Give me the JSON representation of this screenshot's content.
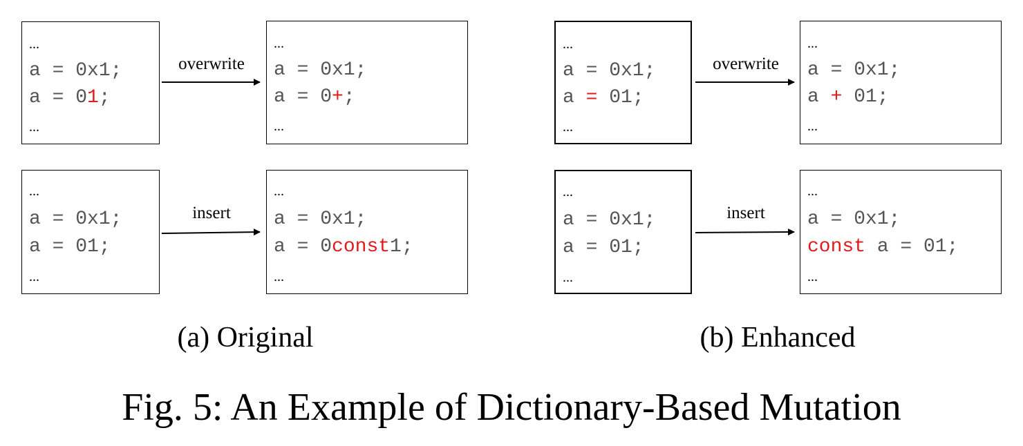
{
  "panels": {
    "a": {
      "caption": "(a) Original",
      "overwrite": {
        "label": "overwrite",
        "before": [
          "...",
          "a = 0x1;",
          "a = 01;",
          "..."
        ],
        "after": [
          "...",
          "a = 0x1;",
          "a = 0+;",
          "..."
        ]
      },
      "insert": {
        "label": "insert",
        "before": [
          "...",
          "a = 0x1;",
          "a = 01;",
          "..."
        ],
        "after": [
          "...",
          "a = 0x1;",
          "a = 0const1;",
          "..."
        ]
      }
    },
    "b": {
      "caption": "(b) Enhanced",
      "overwrite": {
        "label": "overwrite",
        "before": [
          "...",
          "a = 0x1;",
          "a = 01;",
          "..."
        ],
        "after": [
          "...",
          "a = 0x1;",
          "a + 01;",
          "..."
        ]
      },
      "insert": {
        "label": "insert",
        "before": [
          "...",
          "a = 0x1;",
          "a = 01;",
          "..."
        ],
        "after": [
          "...",
          "a = 0x1;",
          "const a = 01;",
          "..."
        ]
      }
    }
  },
  "tokens": {
    "a_eq": "a = ",
    "a_sp": "a ",
    "eq": "=",
    "plus": "+",
    "zero": "0",
    "one": "1",
    "semi": ";",
    "sp_01_semi": " 01;",
    "const": "const",
    "const_tail": " a = 01;"
  },
  "highlight_color": "#e01b1b",
  "figure_caption": "Fig. 5: An Example of Dictionary-Based Mutation"
}
